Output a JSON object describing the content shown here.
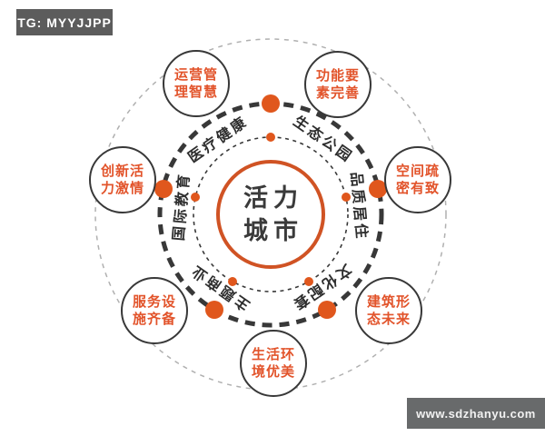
{
  "badge": {
    "text": "TG: MYYJJPP"
  },
  "watermark": {
    "text": "www.sdzhanyu.com"
  },
  "center": {
    "lines": [
      "活力",
      "城市"
    ]
  },
  "ring_labels": [
    {
      "text": "医疗健康"
    },
    {
      "text": "生态公园"
    },
    {
      "text": "品质居住"
    },
    {
      "text": "文化配套"
    },
    {
      "text": "主题商业"
    },
    {
      "text": "国际教育"
    }
  ],
  "bubbles": [
    {
      "lines": [
        "运营管",
        "理智慧"
      ]
    },
    {
      "lines": [
        "功能要",
        "素完善"
      ]
    },
    {
      "lines": [
        "创新活",
        "力激情"
      ]
    },
    {
      "lines": [
        "空间疏",
        "密有致"
      ]
    },
    {
      "lines": [
        "服务设",
        "施齐备"
      ]
    },
    {
      "lines": [
        "建筑形",
        "态未来"
      ]
    },
    {
      "lines": [
        "生活环",
        "境优美"
      ]
    }
  ],
  "theme": {
    "bg": "#ffffff",
    "accent_orange": "#d05324",
    "dot_orange": "#e0571d",
    "text_dark": "#3a3a3a",
    "label_dark": "#2e2e2e",
    "bubble_text": "#e2542b",
    "ring_dark": "#383838",
    "ring_light": "#b0b0b0",
    "badge_bg": "#5c5c5c",
    "watermark_bg": "#686a6b"
  }
}
